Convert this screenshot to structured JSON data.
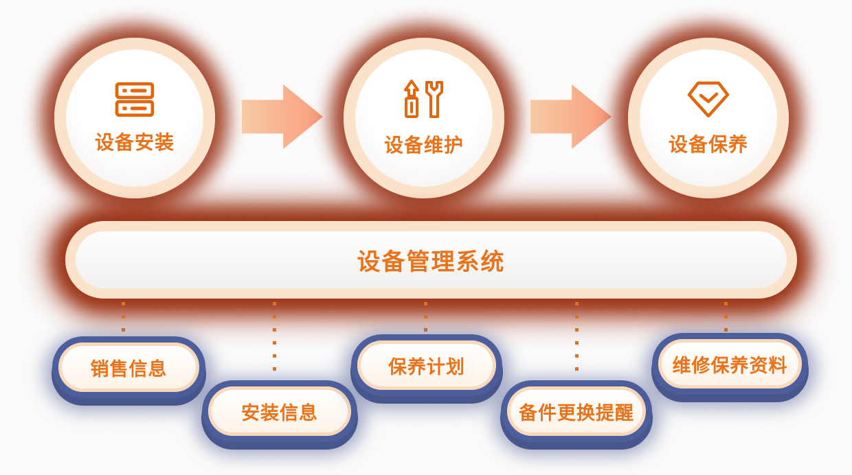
{
  "diagram": {
    "banner": {
      "title": "设备管理系统"
    },
    "steps": [
      {
        "label": "设备安装",
        "icon": "server-icon"
      },
      {
        "label": "设备维护",
        "icon": "screwdriver-wrench-icon"
      },
      {
        "label": "设备保养",
        "icon": "gem-check-icon"
      }
    ],
    "modules": [
      {
        "label": "销售信息"
      },
      {
        "label": "安装信息"
      },
      {
        "label": "保养计划"
      },
      {
        "label": "备件更换提醒"
      },
      {
        "label": "维修保养资料"
      }
    ],
    "colors": {
      "accent_orange": "#E8731A",
      "icon_orange": "#E2660C",
      "ring_peach": "#FBE2CA",
      "glow_red": "#9E2D0F",
      "pill_border_peach": "#F9D9BC",
      "pill_ring_blue": "#4D5E9C",
      "dotted_line_orange": "#E2711D",
      "arrow_gradient_start": "#F6CBA4",
      "arrow_gradient_end": "#FA9C7A"
    }
  }
}
